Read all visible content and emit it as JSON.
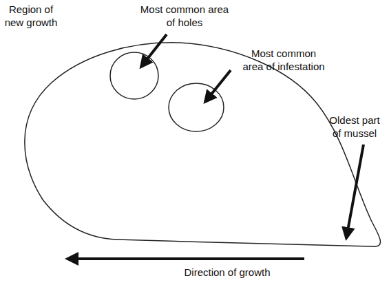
{
  "diagram": {
    "labels": [
      "Region of new growth",
      "Most common area of holes",
      "Most common area of infestation",
      "Oldest part of mussel",
      "Direction of growth"
    ]
  }
}
